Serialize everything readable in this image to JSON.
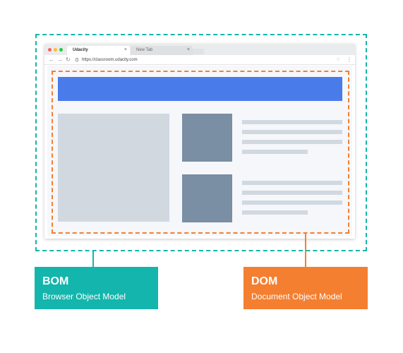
{
  "browser": {
    "tabs": [
      {
        "label": "Udacity",
        "close": "×"
      },
      {
        "label": "New Tab",
        "close": "×"
      }
    ],
    "url": "https://classroom.udacity.com",
    "icons": {
      "back": "←",
      "forward": "→",
      "reload": "↻",
      "star": "☆",
      "menu": "⋮"
    }
  },
  "labels": {
    "bom": {
      "title": "BOM",
      "subtitle": "Browser Object Model"
    },
    "dom": {
      "title": "DOM",
      "subtitle": "Document Object Model"
    }
  },
  "colors": {
    "bom": "#14b5ad",
    "dom": "#f47f30",
    "header": "#4a7beb",
    "placeholder_light": "#d1d8e0",
    "placeholder_dark": "#7a8ea4"
  }
}
